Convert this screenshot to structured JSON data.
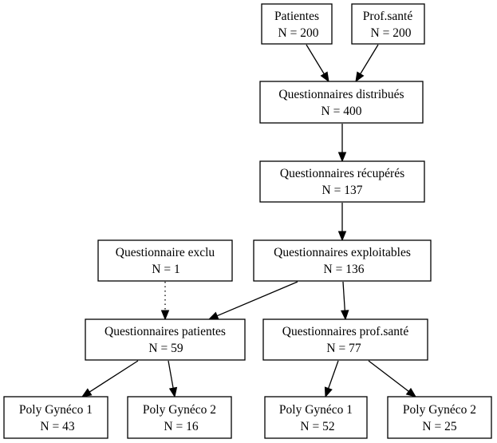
{
  "nodes": {
    "patientes": {
      "line1": "Patientes",
      "line2": "N = 200"
    },
    "prof_sante": {
      "line1": "Prof.santé",
      "line2": "N = 200"
    },
    "distribues": {
      "line1": "Questionnaires distribués",
      "line2": "N = 400"
    },
    "recuperes": {
      "line1": "Questionnaires récupérés",
      "line2": "N = 137"
    },
    "exclu": {
      "line1": "Questionnaire exclu",
      "line2": "N = 1"
    },
    "exploitables": {
      "line1": "Questionnaires exploitables",
      "line2": "N = 136"
    },
    "q_patientes": {
      "line1": "Questionnaires patientes",
      "line2": "N = 59"
    },
    "q_prof_sante": {
      "line1": "Questionnaires prof.santé",
      "line2": "N = 77"
    },
    "pat_gyneco1": {
      "line1": "Poly Gynéco 1",
      "line2": "N = 43"
    },
    "pat_gyneco2": {
      "line1": "Poly Gynéco 2",
      "line2": "N = 16"
    },
    "prof_gyneco1": {
      "line1": "Poly Gynéco 1",
      "line2": "N = 52"
    },
    "prof_gyneco2": {
      "line1": "Poly Gynéco 2",
      "line2": "N = 25"
    }
  },
  "edges": [
    {
      "from": "patientes",
      "to": "distribues",
      "style": "solid"
    },
    {
      "from": "prof_sante",
      "to": "distribues",
      "style": "solid"
    },
    {
      "from": "distribues",
      "to": "recuperes",
      "style": "solid"
    },
    {
      "from": "recuperes",
      "to": "exploitables",
      "style": "solid"
    },
    {
      "from": "exploitables",
      "to": "q_patientes",
      "style": "solid"
    },
    {
      "from": "exploitables",
      "to": "q_prof_sante",
      "style": "solid"
    },
    {
      "from": "exclu",
      "to": "q_patientes",
      "style": "dotted"
    },
    {
      "from": "q_patientes",
      "to": "pat_gyneco1",
      "style": "solid"
    },
    {
      "from": "q_patientes",
      "to": "pat_gyneco2",
      "style": "solid"
    },
    {
      "from": "q_prof_sante",
      "to": "prof_gyneco1",
      "style": "solid"
    },
    {
      "from": "q_prof_sante",
      "to": "prof_gyneco2",
      "style": "solid"
    }
  ]
}
